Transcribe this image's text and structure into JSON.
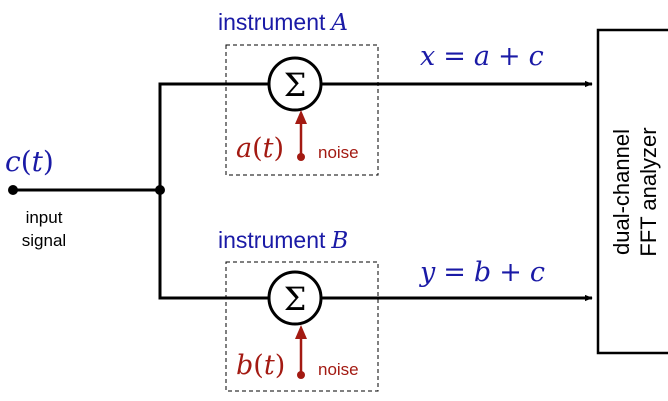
{
  "input": {
    "label_func": "c",
    "label_arg": "t",
    "caption_line1": "input",
    "caption_line2": "signal"
  },
  "instrument_a": {
    "title_word": "instrument",
    "title_letter": "A",
    "sum_symbol": "Σ",
    "noise_func": "a",
    "noise_arg": "t",
    "noise_label": "noise",
    "output_lhs": "x",
    "output_eq": "=",
    "output_a": "a",
    "output_plus": "+",
    "output_c": "c"
  },
  "instrument_b": {
    "title_word": "instrument",
    "title_letter": "B",
    "sum_symbol": "Σ",
    "noise_func": "b",
    "noise_arg": "t",
    "noise_label": "noise",
    "output_lhs": "y",
    "output_eq": "=",
    "output_a": "b",
    "output_plus": "+",
    "output_c": "c"
  },
  "analyzer": {
    "line1": "dual-channel",
    "line2": "FFT analyzer"
  },
  "colors": {
    "blue": "#1a1aa6",
    "red": "#a31a12",
    "black": "#000000"
  }
}
